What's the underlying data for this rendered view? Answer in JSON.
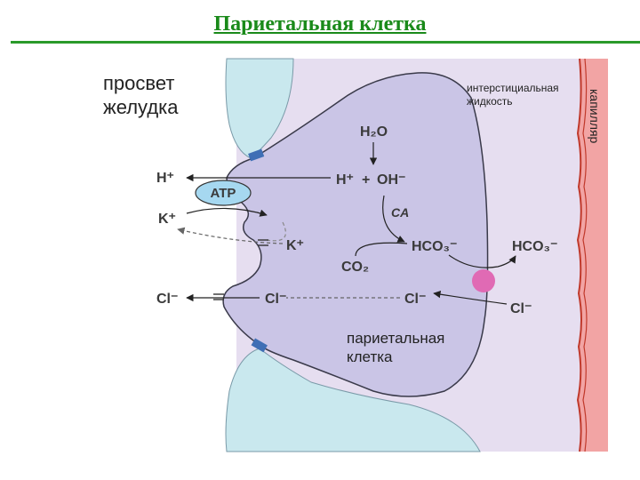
{
  "title": "Париетальная клетка",
  "labels": {
    "lumen_line1": "просвет",
    "lumen_line2": "желудка",
    "interstitial_line1": "интерстициальная",
    "interstitial_line2": "жидкость",
    "capillary": "капилляр",
    "cell_line1": "париетальная",
    "cell_line2": "клетка"
  },
  "species": {
    "h2o": "H₂O",
    "h_plus_out": "H⁺",
    "h_plus_in": "H⁺",
    "plus": "+",
    "oh_minus": "OH⁻",
    "atp": "ATP",
    "k_plus_out": "K⁺",
    "k_plus_in": "K⁺",
    "ca": "CA",
    "hco3_in": "HCO₃⁻",
    "hco3_out": "HCO₃⁻",
    "co2": "CO₂",
    "cl_out": "Cl⁻",
    "cl_channel": "Cl⁻",
    "cl_in": "Cl⁻",
    "cl_blood": "Cl⁻"
  },
  "colors": {
    "title": "#1a8a1a",
    "lumen": "#c9e8ee",
    "interstitial": "#e6def0",
    "cell": "#cac5e6",
    "capillary": "#f2a4a4",
    "atp_pump": "#a6d8f0",
    "exchanger": "#e06ab4",
    "junction": "#3f6fb5"
  }
}
